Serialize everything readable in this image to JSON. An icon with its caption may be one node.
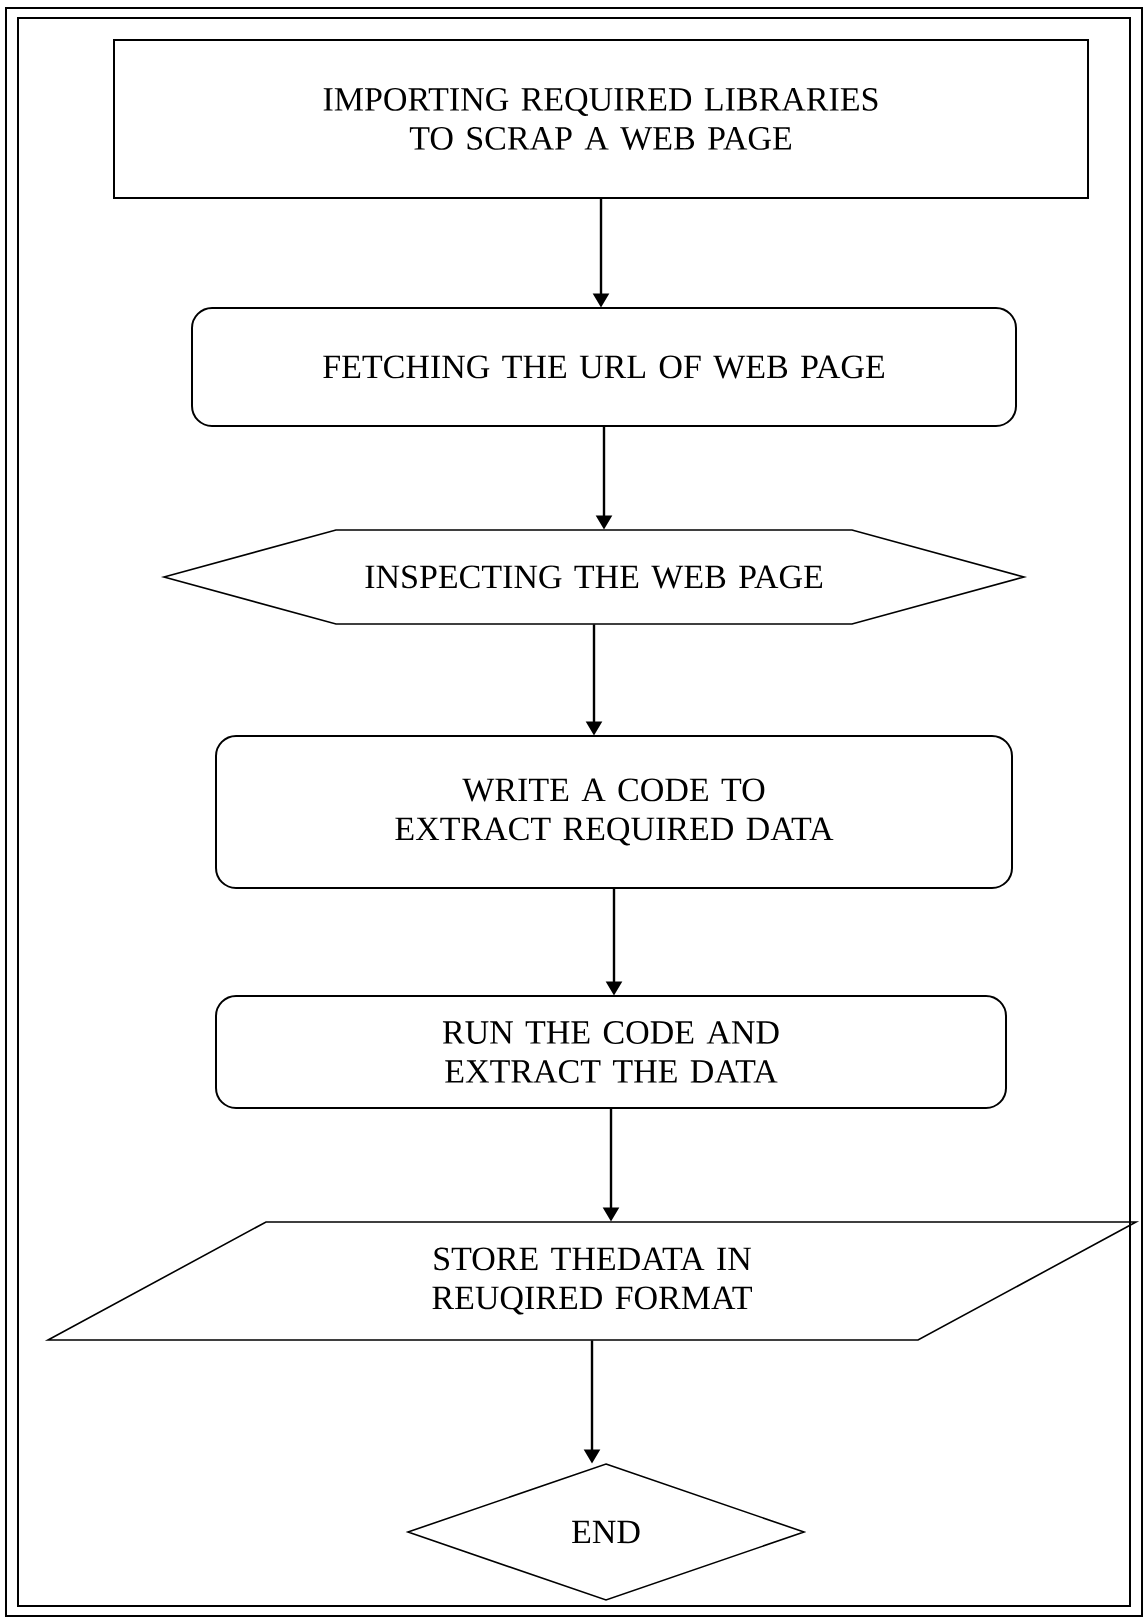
{
  "diagram": {
    "nodes": [
      {
        "text": [
          "IMPORTING REQUIRED LIBRARIES TO SCRAP A WEB PAGE"
        ]
      },
      {
        "text": [
          "FETCHING THE URL OF WEB PAGE"
        ]
      },
      {
        "text": [
          "INSPECTING THE WEB PAGE"
        ]
      },
      {
        "text": [
          "WRITE A CODE TO EXTRACT REQUIRED DATA"
        ]
      },
      {
        "text": [
          "RUN THE CODE AND EXTRACT THE DATA"
        ]
      },
      {
        "text": [
          "STORE THEDATA IN REUQIRED FORMAT"
        ]
      },
      {
        "text": [
          "END"
        ]
      }
    ],
    "edges": [
      {
        "from": 0,
        "to": 1,
        "arrow": "to"
      },
      {
        "from": 1,
        "to": 2,
        "arrow": "to"
      },
      {
        "from": 2,
        "to": 3,
        "arrow": "to"
      },
      {
        "from": 3,
        "to": 4,
        "arrow": "to"
      },
      {
        "from": 4,
        "to": 5,
        "arrow": "to"
      },
      {
        "from": 5,
        "to": 6,
        "arrow": "to"
      }
    ]
  }
}
